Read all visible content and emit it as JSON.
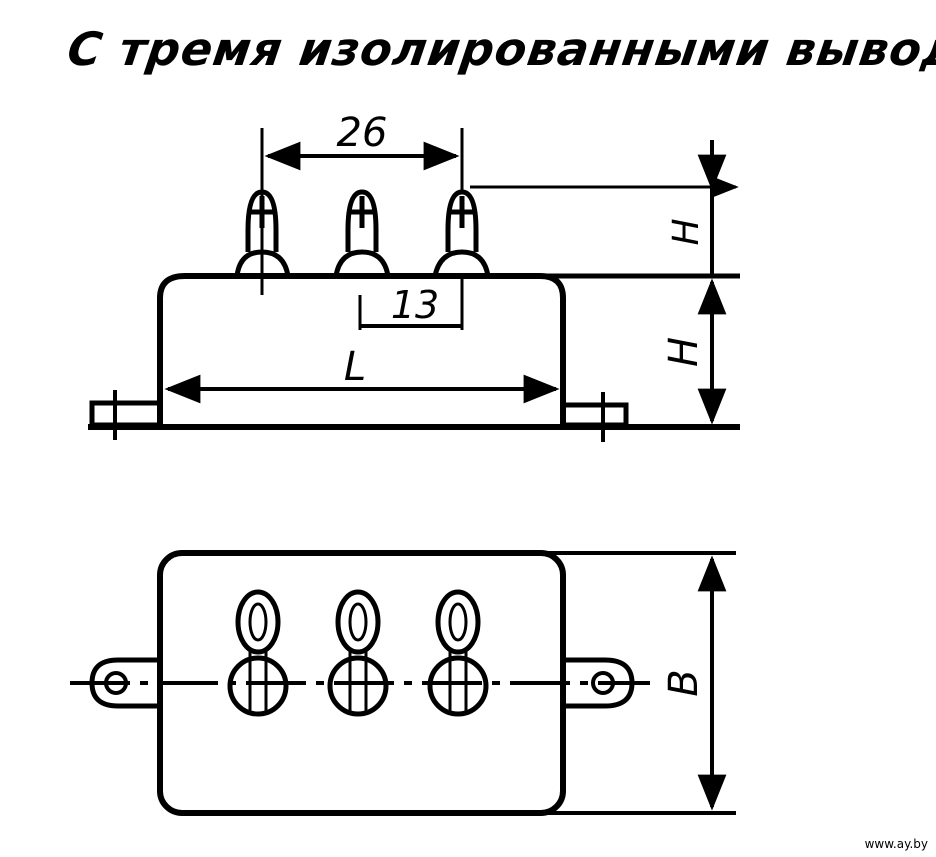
{
  "title": "С тремя изолированными выводами",
  "dimensions": {
    "pitch": "26",
    "offset": "13",
    "length": "L",
    "height": "H",
    "terminal_height": "Н",
    "width": "В"
  },
  "watermark": "www.ay.by",
  "colors": {
    "ink": "#000000",
    "paper": "#ffffff"
  }
}
